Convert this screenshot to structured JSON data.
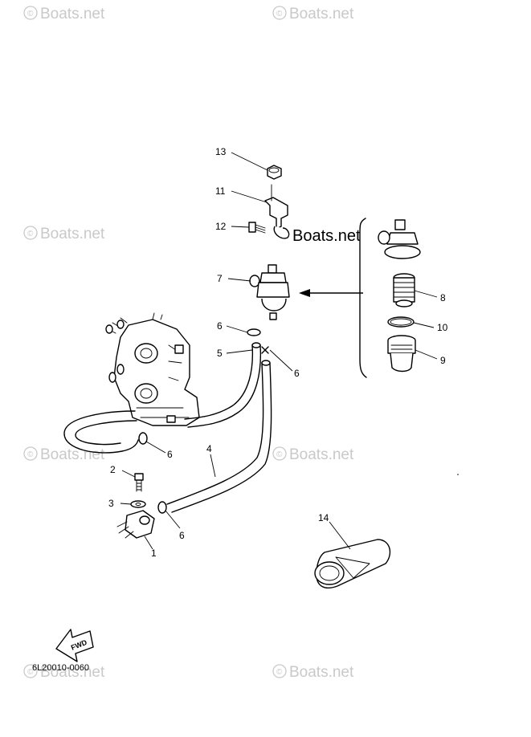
{
  "watermark": {
    "text": "Boats.net",
    "copyright_symbol": "©"
  },
  "inline_label": "Boats.net",
  "callouts": {
    "c1": "1",
    "c2": "2",
    "c3": "3",
    "c4": "4",
    "c5": "5",
    "c6a": "6",
    "c6b": "6",
    "c6c": "6",
    "c6d": "6",
    "c7": "7",
    "c8": "8",
    "c9": "9",
    "c10": "10",
    "c11": "11",
    "c12": "12",
    "c13": "13",
    "c14": "14"
  },
  "fwd_label": "FWD",
  "diagram_code": "6L20010-0060"
}
